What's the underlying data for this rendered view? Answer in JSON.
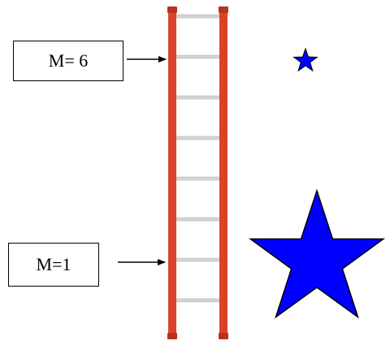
{
  "labels": {
    "upper": "M= 6",
    "lower": "M=1"
  },
  "colors": {
    "ladder_rail": "#d9432a",
    "ladder_rail_shadow": "#b8321d",
    "ladder_rung": "#d4d4d4",
    "star_fill": "#0000ff",
    "star_stroke": "#000000",
    "text": "#000000"
  },
  "ladder": {
    "rungs": 8
  },
  "icons": {
    "small_star": "star-icon",
    "large_star": "star-icon"
  }
}
